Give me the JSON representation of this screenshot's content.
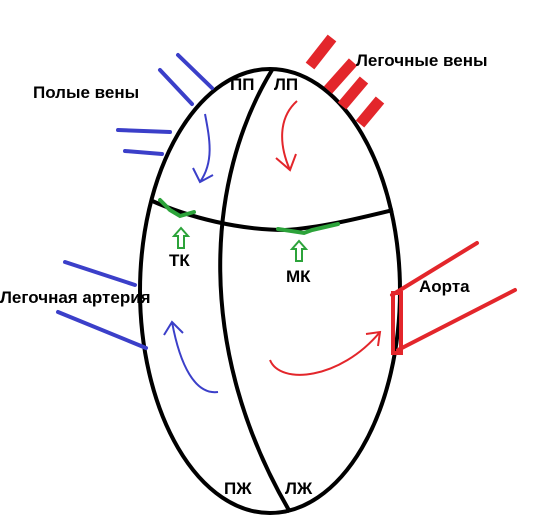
{
  "labels": {
    "venae_cavae": "Полые вены",
    "pulmonary_veins": "Легочные вены",
    "right_atrium": "ПП",
    "left_atrium": "ЛП",
    "tricuspid_valve": "ТК",
    "mitral_valve": "МК",
    "pulmonary_artery": "Легочная артерия",
    "aorta": "Аорта",
    "right_ventricle": "ПЖ",
    "left_ventricle": "ЛЖ"
  },
  "colors": {
    "outline": "#000000",
    "venous_blood": "#3b3fc9",
    "arterial_blood": "#e3262b",
    "valve": "#2ca33a"
  }
}
